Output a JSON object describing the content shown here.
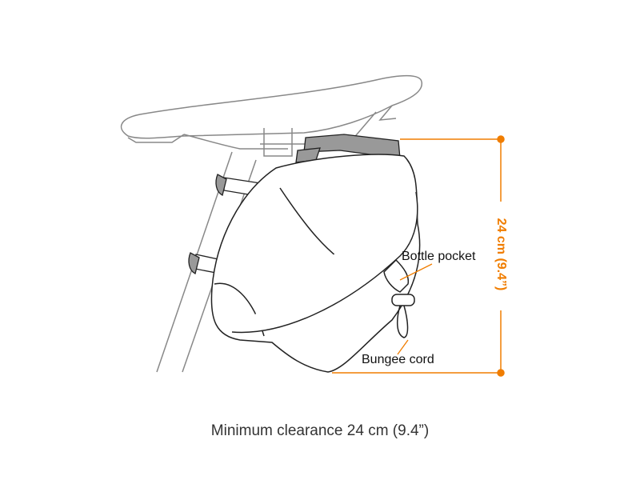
{
  "labels": {
    "bottle_pocket": "Bottle pocket",
    "bungee_cord": "Bungee cord"
  },
  "dimension": {
    "text": "24 cm (9.4”)",
    "color": "#f07d00"
  },
  "caption": "Minimum clearance 24 cm (9.4”)"
}
